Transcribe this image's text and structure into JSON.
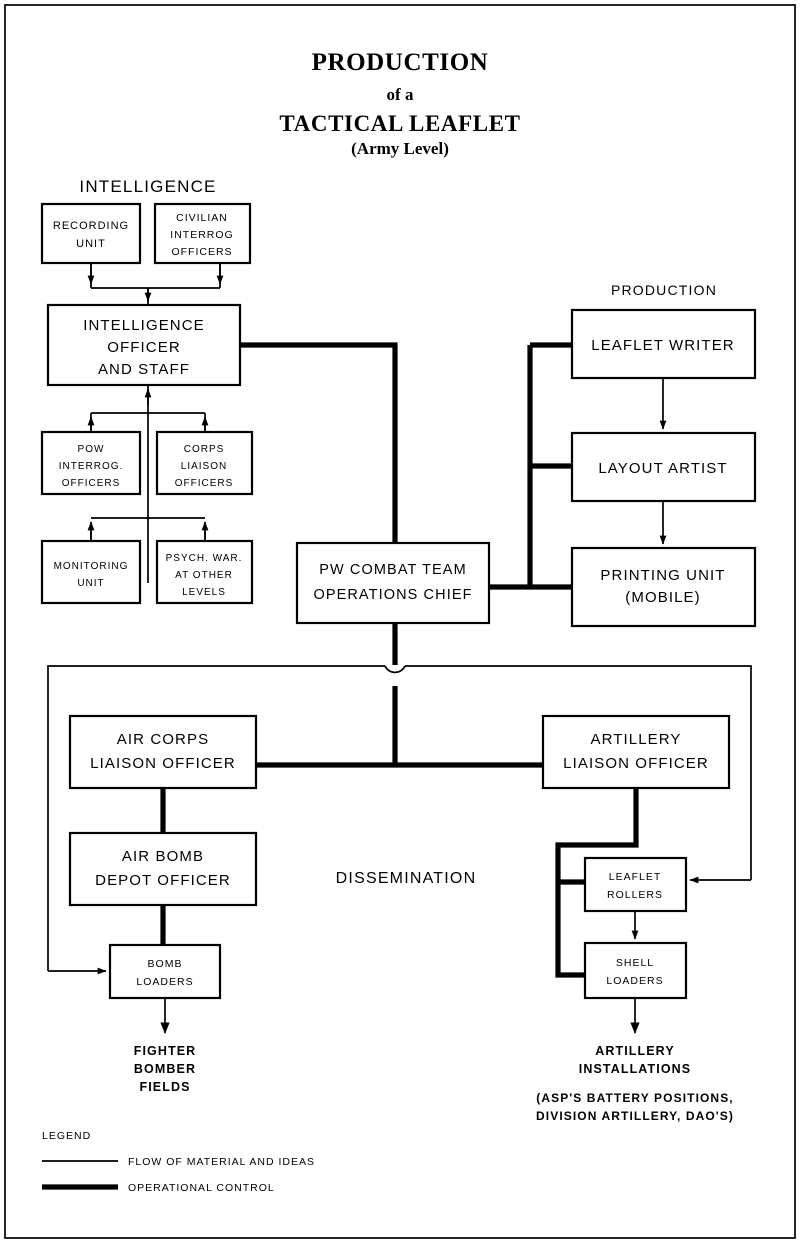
{
  "title": {
    "line1": "PRODUCTION",
    "line2": "of a",
    "line3": "TACTICAL LEAFLET",
    "line4": "(Army Level)"
  },
  "sections": {
    "intelligence": "INTELLIGENCE",
    "production": "PRODUCTION",
    "dissemination": "DISSEMINATION"
  },
  "boxes": {
    "recording_unit": {
      "l1": "RECORDING",
      "l2": "UNIT"
    },
    "civilian_interrog": {
      "l1": "CIVILIAN",
      "l2": "INTERROG",
      "l3": "OFFICERS"
    },
    "intel_officer": {
      "l1": "INTELLIGENCE",
      "l2": "OFFICER",
      "l3": "AND STAFF"
    },
    "pow_interrog": {
      "l1": "POW",
      "l2": "INTERROG.",
      "l3": "OFFICERS"
    },
    "corps_liaison": {
      "l1": "CORPS",
      "l2": "LIAISON",
      "l3": "OFFICERS"
    },
    "monitoring_unit": {
      "l1": "MONITORING",
      "l2": "UNIT"
    },
    "psych_war": {
      "l1": "PSYCH. WAR.",
      "l2": "AT OTHER",
      "l3": "LEVELS"
    },
    "pw_combat_team": {
      "l1": "PW COMBAT TEAM",
      "l2": "OPERATIONS CHIEF"
    },
    "leaflet_writer": {
      "l1": "LEAFLET WRITER"
    },
    "layout_artist": {
      "l1": "LAYOUT ARTIST"
    },
    "printing_unit": {
      "l1": "PRINTING UNIT",
      "l2": "(MOBILE)"
    },
    "air_corps_liaison": {
      "l1": "AIR CORPS",
      "l2": "LIAISON OFFICER"
    },
    "air_bomb_depot": {
      "l1": "AIR BOMB",
      "l2": "DEPOT OFFICER"
    },
    "bomb_loaders": {
      "l1": "BOMB",
      "l2": "LOADERS"
    },
    "artillery_liaison": {
      "l1": "ARTILLERY",
      "l2": "LIAISON OFFICER"
    },
    "leaflet_rollers": {
      "l1": "LEAFLET",
      "l2": "ROLLERS"
    },
    "shell_loaders": {
      "l1": "SHELL",
      "l2": "LOADERS"
    }
  },
  "terminals": {
    "fighter_bomber": {
      "l1": "FIGHTER",
      "l2": "BOMBER",
      "l3": "FIELDS"
    },
    "artillery_installations": {
      "l1": "ARTILLERY",
      "l2": "INSTALLATIONS"
    },
    "artillery_note": {
      "l1": "(ASP'S BATTERY POSITIONS,",
      "l2": "DIVISION ARTILLERY, DAO'S)"
    }
  },
  "legend": {
    "heading": "LEGEND",
    "items": [
      {
        "label": "FLOW OF MATERIAL AND IDEAS",
        "style": "thin"
      },
      {
        "label": "OPERATIONAL CONTROL",
        "style": "thick"
      }
    ]
  },
  "colors": {
    "ink": "#000000",
    "paper": "#ffffff"
  }
}
